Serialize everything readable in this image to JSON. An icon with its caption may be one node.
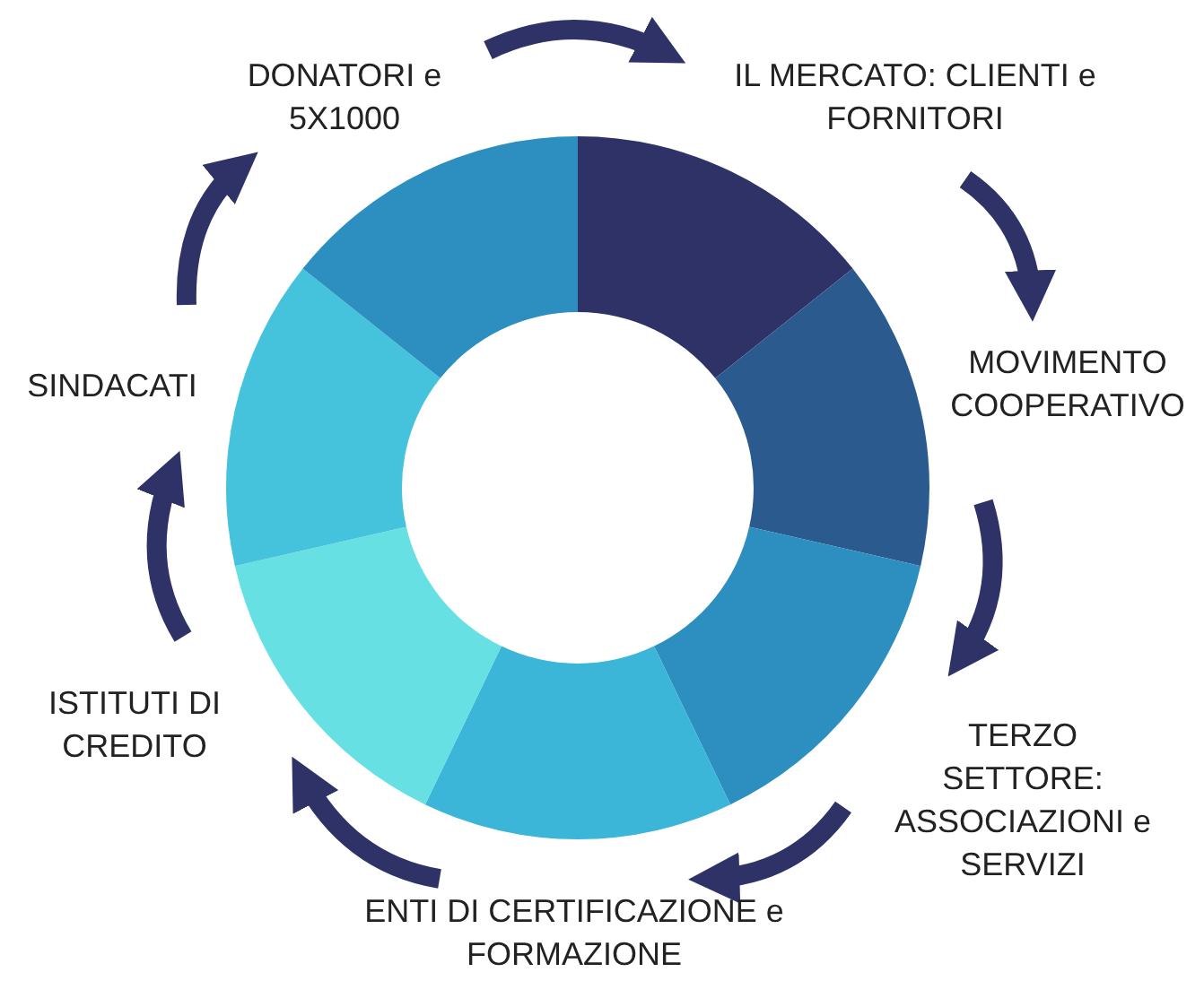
{
  "diagram": {
    "nodes": [
      {
        "text": [
          "DONATORI e 5X1000"
        ]
      },
      {
        "text": [
          "IL MERCATO: CLIENTI e FORNITORI"
        ]
      },
      {
        "text": [
          "MOVIMENTO COOPERATIVO"
        ]
      },
      {
        "text": [
          "TERZO SETTORE: ASSOCIAZIONI e SERVIZI"
        ]
      },
      {
        "text": [
          "ENTI DI CERTIFICAZIONE e FORMAZIONE"
        ]
      },
      {
        "text": [
          "ISTITUTI DI CREDITO"
        ]
      },
      {
        "text": [
          "SINDACATI"
        ]
      }
    ],
    "edges": [
      {
        "from": 0,
        "to": 1,
        "arrow": "to"
      },
      {
        "from": 1,
        "to": 2,
        "arrow": "to"
      },
      {
        "from": 2,
        "to": 3,
        "arrow": "to"
      },
      {
        "from": 3,
        "to": 4,
        "arrow": "to"
      },
      {
        "from": 4,
        "to": 5,
        "arrow": "to"
      },
      {
        "from": 5,
        "to": 6,
        "arrow": "to"
      },
      {
        "from": 6,
        "to": 0,
        "arrow": "to"
      }
    ]
  }
}
